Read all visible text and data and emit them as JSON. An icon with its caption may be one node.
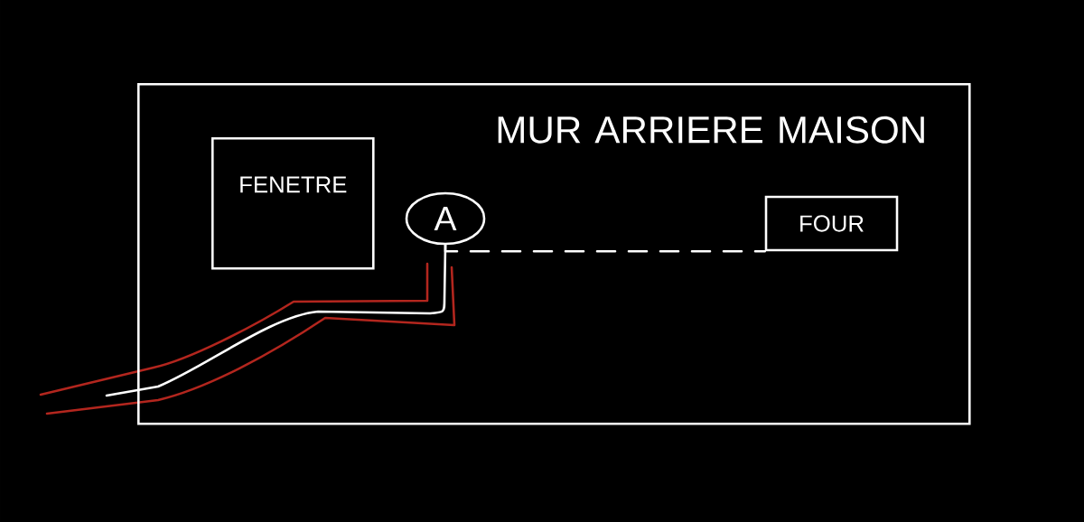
{
  "diagram": {
    "nodes": [
      {
        "text": [
          "MUR ARRIERE MAISON"
        ]
      },
      {
        "text": [
          "FENETRE"
        ],
        "in": 0
      },
      {
        "text": [
          "A"
        ],
        "in": 0
      },
      {
        "text": [
          "FOUR"
        ],
        "in": 0
      }
    ],
    "edges": [
      {
        "from": 2,
        "to": 3,
        "arrow": "none",
        "style": "dashed"
      },
      {
        "from": 2,
        "to": null,
        "arrow": "none"
      }
    ]
  }
}
